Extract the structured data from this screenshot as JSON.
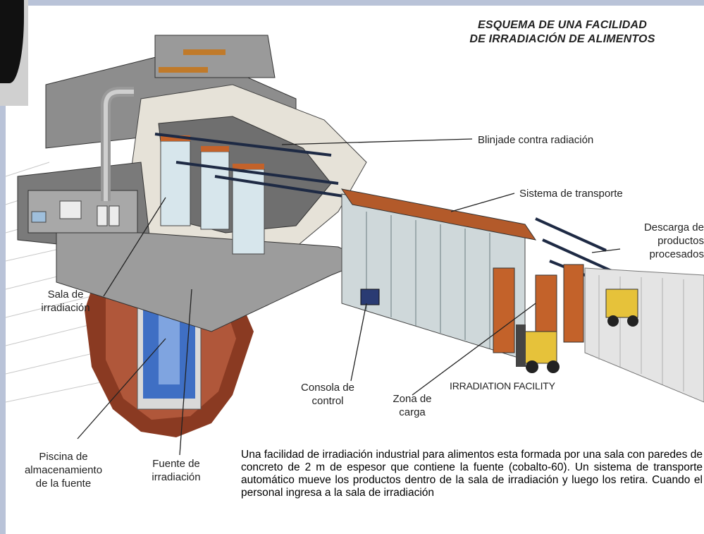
{
  "title_line1": "ESQUEMA DE UNA FACILIDAD",
  "title_line2": "DE IRRADIACIÓN DE ALIMENTOS",
  "labels": {
    "blindaje": "Blinjade contra radiación",
    "transporte": "Sistema de transporte",
    "descarga": "Descarga de\nproductos\nprocesados",
    "sala": "Sala de\nirradiación",
    "consola": "Consola de\ncontrol",
    "zona": "Zona de\ncarga",
    "facility": "IRRADIATION FACILITY",
    "piscina": "Piscina de\nalmacenamiento\nde la fuente",
    "fuente": "Fuente de\nirradiación"
  },
  "description": "Una facilidad de irradiación industrial para alimentos esta formada por una sala con paredes de concreto de 2 m de espesor que contiene la fuente (cobalto-60). Un sistema de transporte automático mueve los productos dentro de la sala de irradiación y luego los retira. Cuando el personal ingresa a la sala de irradiación"
}
